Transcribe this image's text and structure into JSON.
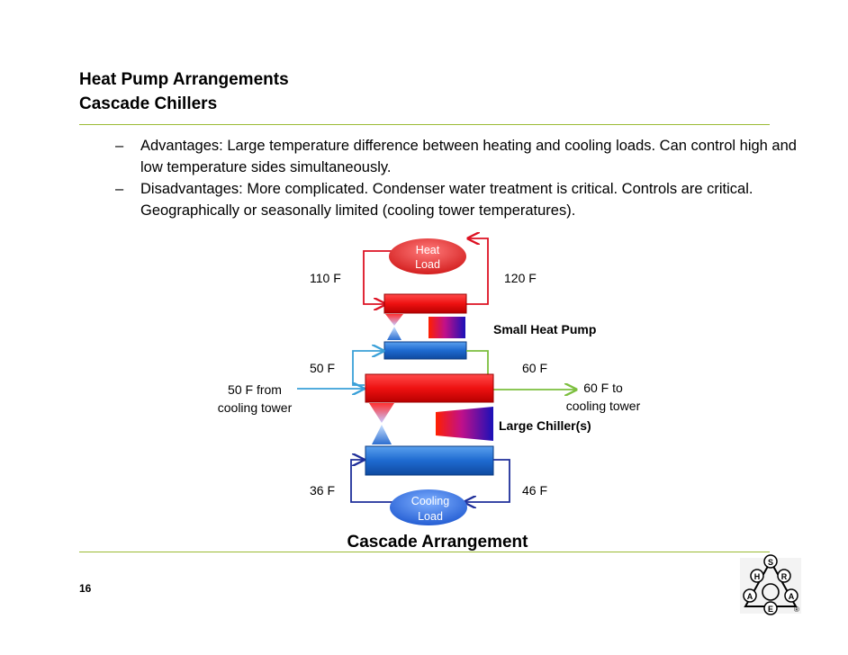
{
  "slide": {
    "title_line1": "Heat Pump Arrangements",
    "title_line2": "Cascade Chillers",
    "bullets": [
      {
        "dash": "–",
        "text": "Advantages:  Large temperature difference between heating and cooling loads.  Can control high and low temperature sides simultaneously."
      },
      {
        "dash": "–",
        "text": "Disadvantages:  More complicated.  Condenser water treatment is critical.  Controls are critical.  Geographically or seasonally limited (cooling tower temperatures)."
      }
    ],
    "page_number": "16",
    "logo_letters": [
      "S",
      "H",
      "R",
      "A",
      "E",
      "A"
    ],
    "logo_mark": "®"
  },
  "diagram": {
    "heat_load_line1": "Heat",
    "heat_load_line2": "Load",
    "cooling_load_line1": "Cooling",
    "cooling_load_line2": "Load",
    "temp_110": "110 F",
    "temp_120": "120 F",
    "small_heat_pump": "Small Heat Pump",
    "temp_50": "50 F",
    "temp_60": "60 F",
    "from_tower_line1": "50 F from",
    "from_tower_line2": "cooling tower",
    "to_tower_line1": "60 F to",
    "to_tower_line2": "cooling tower",
    "large_chiller": "Large Chiller(s)",
    "temp_36": "36 F",
    "temp_46": "46 F",
    "caption": "Cascade Arrangement",
    "colors": {
      "hot": "#dd1122",
      "cold": "#1a5fbf",
      "condenser_water": "#3aa0d8",
      "tower_return": "#7cbf3e",
      "chilled_water": "#1f2f9a",
      "rule": "#9bbb34"
    }
  }
}
